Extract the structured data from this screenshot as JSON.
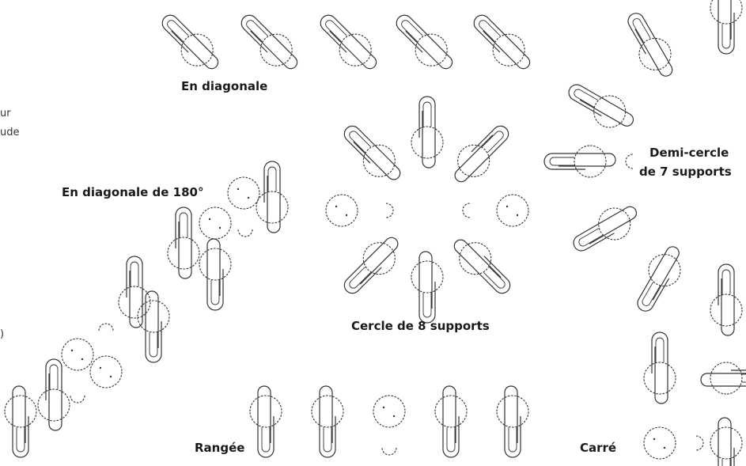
{
  "labels": {
    "diagonal": "En diagonale",
    "diagonal_180": "En diagonale de 180°",
    "semicircle_line1": "Demi-cercle",
    "semicircle_line2": "de 7 supports",
    "circle": "Cercle de 8 supports",
    "row": "Rangée",
    "square": "Carré"
  },
  "margin_fragments": [
    "ur",
    "ude",
    ")"
  ],
  "icons": {
    "mount_support": "dashed-circle-support-icon",
    "paper_clip": "paper-clip-icon"
  },
  "colors": {
    "line": "#333333",
    "background": "#ffffff"
  }
}
